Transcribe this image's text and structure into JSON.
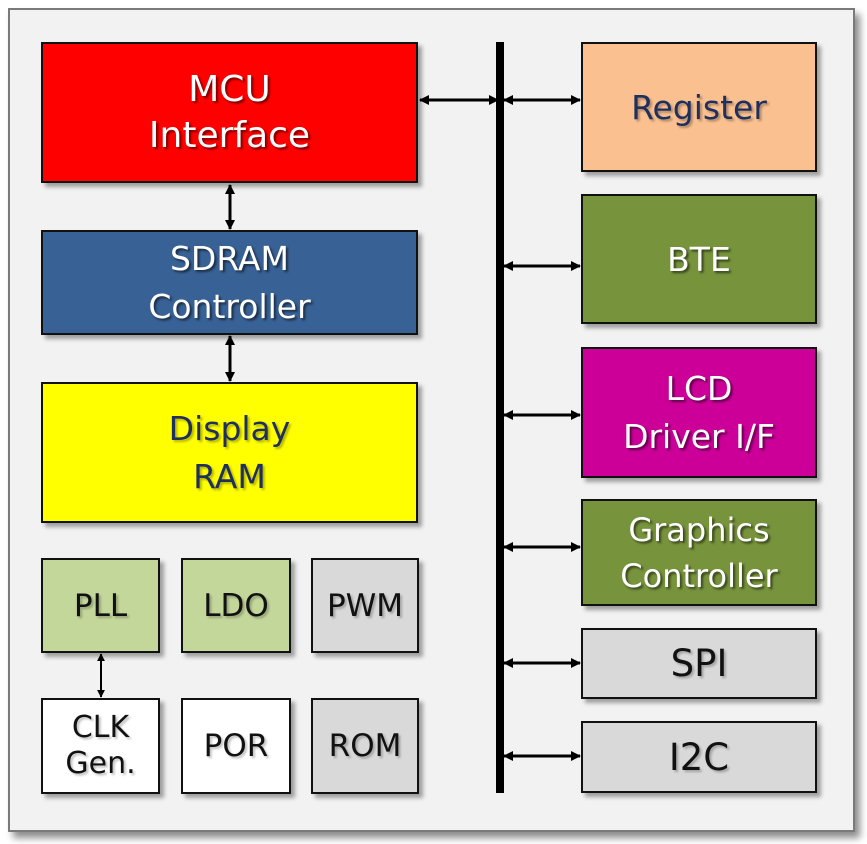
{
  "blocks": {
    "mcu": {
      "label": "MCU\nInterface",
      "color": "#ff0000"
    },
    "sdram": {
      "label": "SDRAM\nController",
      "color": "#386195"
    },
    "display_ram": {
      "label": "Display\nRAM",
      "color": "#ffff00"
    },
    "pll": {
      "label": "PLL",
      "color": "#c4d79b"
    },
    "ldo": {
      "label": "LDO",
      "color": "#c4d79b"
    },
    "pwm": {
      "label": "PWM",
      "color": "#d9d9d9"
    },
    "clk_gen": {
      "label": "CLK\nGen.",
      "color": "#ffffff"
    },
    "por": {
      "label": "POR",
      "color": "#ffffff"
    },
    "rom": {
      "label": "ROM",
      "color": "#d9d9d9"
    },
    "register": {
      "label": "Register",
      "color": "#fac090"
    },
    "bte": {
      "label": "BTE",
      "color": "#77933c"
    },
    "lcd_driver": {
      "label": "LCD\nDriver I/F",
      "color": "#cc0099"
    },
    "graphics": {
      "label": "Graphics\nController",
      "color": "#77933c"
    },
    "spi": {
      "label": "SPI",
      "color": "#d9d9d9"
    },
    "i2c": {
      "label": "I2C",
      "color": "#d9d9d9"
    }
  }
}
